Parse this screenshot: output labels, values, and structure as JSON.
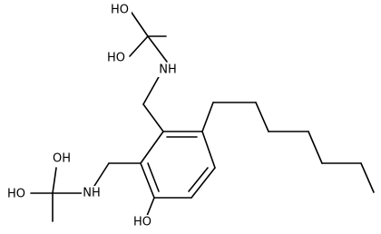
{
  "structure": {
    "atom_labels": {
      "upper_oh_a": "HO",
      "upper_oh_b": "HO",
      "upper_nh": "NH",
      "lower_oh_a": "OH",
      "lower_oh_b": "HO",
      "lower_nh": "NH",
      "ring_oh": "HO"
    }
  }
}
